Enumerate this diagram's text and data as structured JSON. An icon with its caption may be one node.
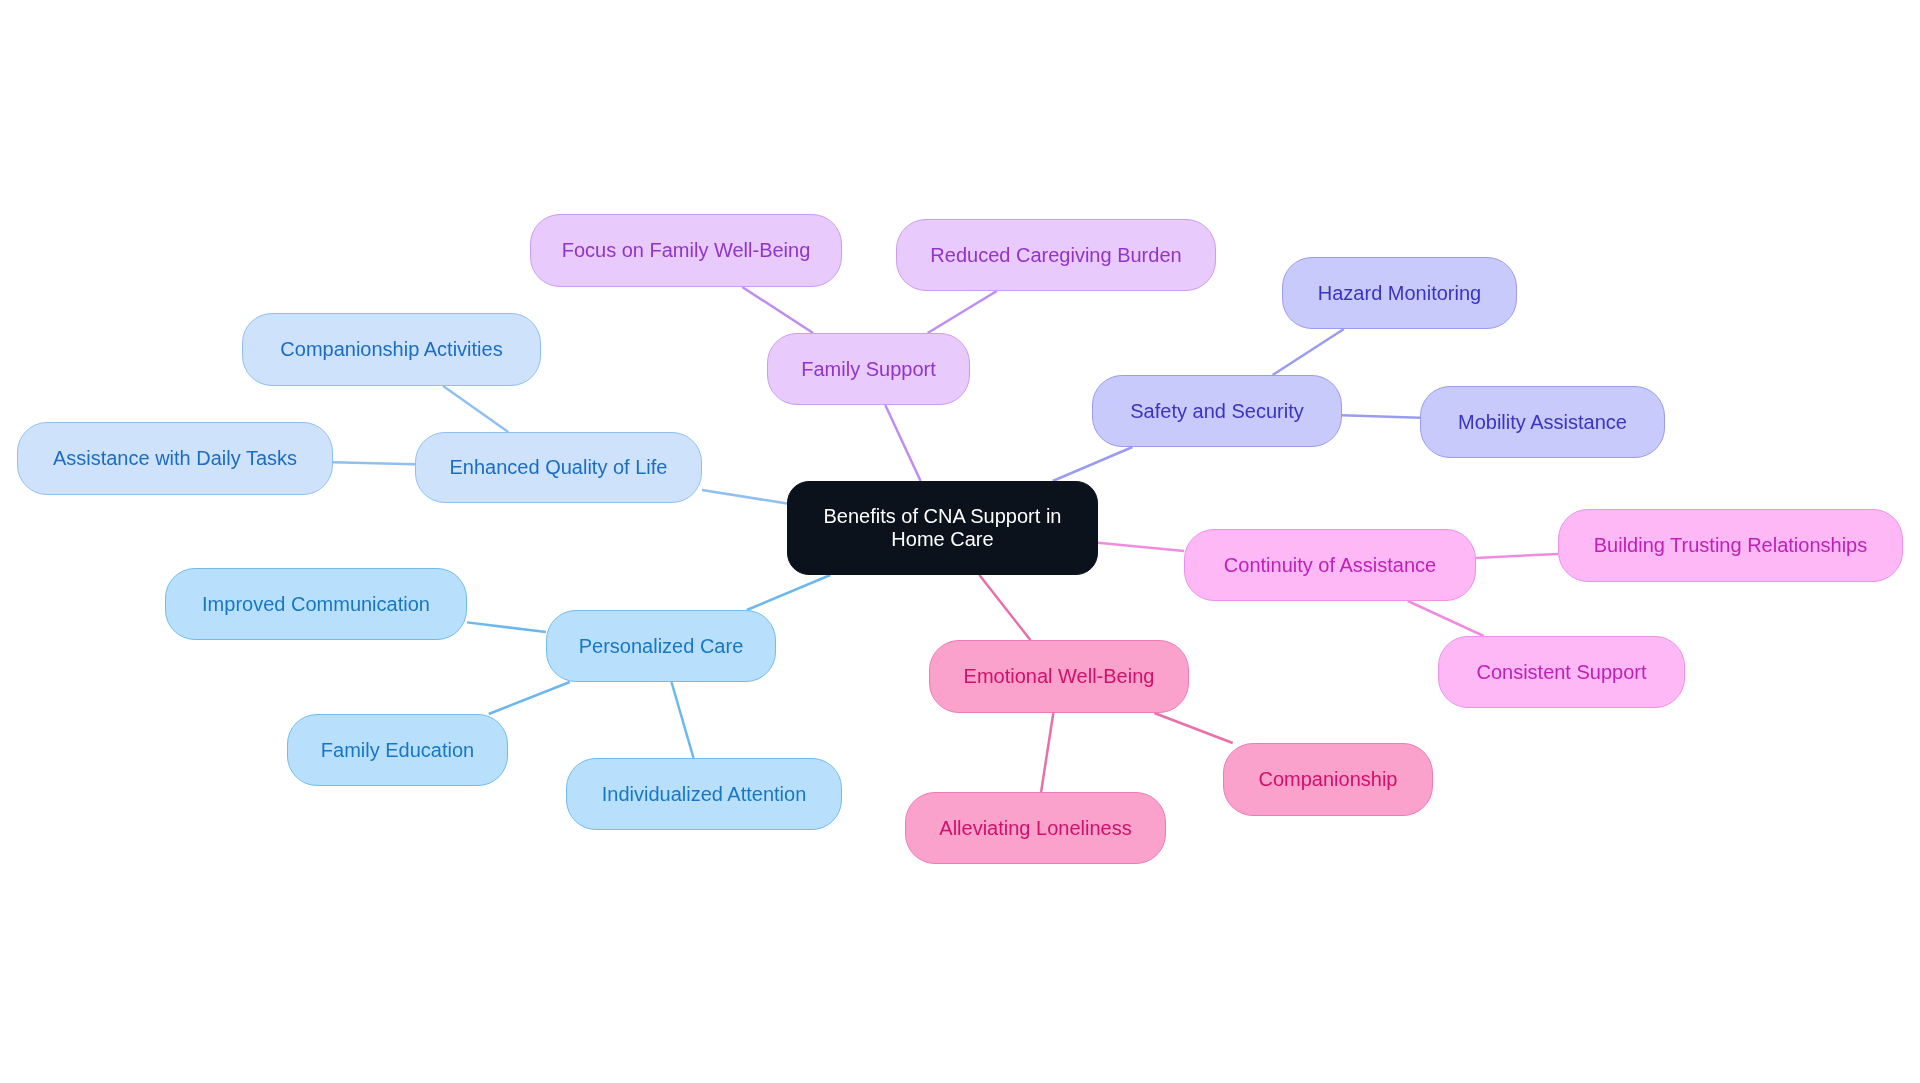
{
  "diagram": {
    "nodes": [
      {
        "text": [
          "Benefits of CNA Support in Home Care"
        ]
      },
      {
        "text": [
          "Family Support"
        ]
      },
      {
        "text": [
          "Focus on Family Well-Being"
        ]
      },
      {
        "text": [
          "Reduced Caregiving Burden"
        ]
      },
      {
        "text": [
          "Safety and Security"
        ]
      },
      {
        "text": [
          "Hazard Monitoring"
        ]
      },
      {
        "text": [
          "Mobility Assistance"
        ]
      },
      {
        "text": [
          "Continuity of Assistance"
        ]
      },
      {
        "text": [
          "Building Trusting Relationships"
        ]
      },
      {
        "text": [
          "Consistent Support"
        ]
      },
      {
        "text": [
          "Emotional Well-Being"
        ]
      },
      {
        "text": [
          "Companionship"
        ]
      },
      {
        "text": [
          "Alleviating Loneliness"
        ]
      },
      {
        "text": [
          "Personalized Care"
        ]
      },
      {
        "text": [
          "Improved Communication"
        ]
      },
      {
        "text": [
          "Family Education"
        ]
      },
      {
        "text": [
          "Individualized Attention"
        ]
      },
      {
        "text": [
          "Enhanced Quality of Life"
        ]
      },
      {
        "text": [
          "Companionship Activities"
        ]
      },
      {
        "text": [
          "Assistance with Daily Tasks"
        ]
      }
    ],
    "edges": [
      {
        "from": 0,
        "to": 1,
        "arrow": "none",
        "color": "#c08cf0"
      },
      {
        "from": 1,
        "to": 2,
        "arrow": "none",
        "color": "#c08cf0"
      },
      {
        "from": 1,
        "to": 3,
        "arrow": "none",
        "color": "#c08cf0"
      },
      {
        "from": 0,
        "to": 4,
        "arrow": "none",
        "color": "#9a9cf0"
      },
      {
        "from": 4,
        "to": 5,
        "arrow": "none",
        "color": "#9a9cf0"
      },
      {
        "from": 4,
        "to": 6,
        "arrow": "none",
        "color": "#9a9cf0"
      },
      {
        "from": 0,
        "to": 7,
        "arrow": "none",
        "color": "#f08ce0"
      },
      {
        "from": 7,
        "to": 8,
        "arrow": "none",
        "color": "#f08ce0"
      },
      {
        "from": 7,
        "to": 9,
        "arrow": "none",
        "color": "#f08ce0"
      },
      {
        "from": 0,
        "to": 10,
        "arrow": "none",
        "color": "#e870a8"
      },
      {
        "from": 10,
        "to": 11,
        "arrow": "none",
        "color": "#e870a8"
      },
      {
        "from": 10,
        "to": 12,
        "arrow": "none",
        "color": "#e870a8"
      },
      {
        "from": 0,
        "to": 13,
        "arrow": "none",
        "color": "#6cb8ec"
      },
      {
        "from": 13,
        "to": 14,
        "arrow": "none",
        "color": "#6cb8ec"
      },
      {
        "from": 13,
        "to": 15,
        "arrow": "none",
        "color": "#6cb8ec"
      },
      {
        "from": 13,
        "to": 16,
        "arrow": "none",
        "color": "#6cb8ec"
      },
      {
        "from": 0,
        "to": 17,
        "arrow": "none",
        "color": "#90c0f0"
      },
      {
        "from": 17,
        "to": 18,
        "arrow": "none",
        "color": "#90c0f0"
      },
      {
        "from": 17,
        "to": 19,
        "arrow": "none",
        "color": "#90c0f0"
      }
    ]
  }
}
